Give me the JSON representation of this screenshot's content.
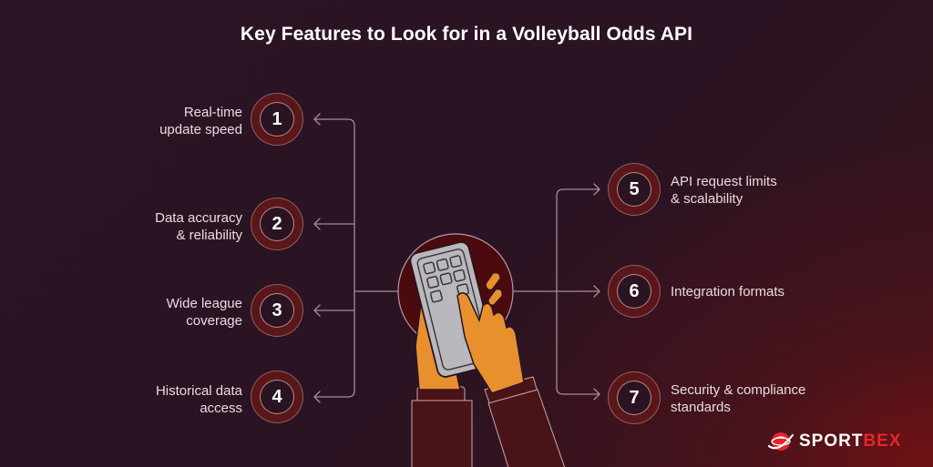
{
  "title": "Key Features to Look for in a Volleyball Odds API",
  "colors": {
    "background": "#2a1322",
    "accent_red": "#e3262b",
    "circle_ring": "#5a1618",
    "skin": "#e9902e",
    "device": "#b9b8bc",
    "sleeve": "#4a1316"
  },
  "features_left": [
    {
      "number": "1",
      "label_line1": "Real-time",
      "label_line2": "update speed"
    },
    {
      "number": "2",
      "label_line1": "Data accuracy",
      "label_line2": "& reliability"
    },
    {
      "number": "3",
      "label_line1": "Wide league",
      "label_line2": "coverage"
    },
    {
      "number": "4",
      "label_line1": "Historical data",
      "label_line2": "access"
    }
  ],
  "features_right": [
    {
      "number": "5",
      "label_line1": "API request limits",
      "label_line2": "& scalability"
    },
    {
      "number": "6",
      "label_line1": "Integration formats",
      "label_line2": ""
    },
    {
      "number": "7",
      "label_line1": "Security & compliance",
      "label_line2": "standards"
    }
  ],
  "center_icon": "hands-holding-keypad-device-icon",
  "logo": {
    "part1": "SPORT",
    "part2": "BEX",
    "icon": "globe-swoosh-icon"
  }
}
